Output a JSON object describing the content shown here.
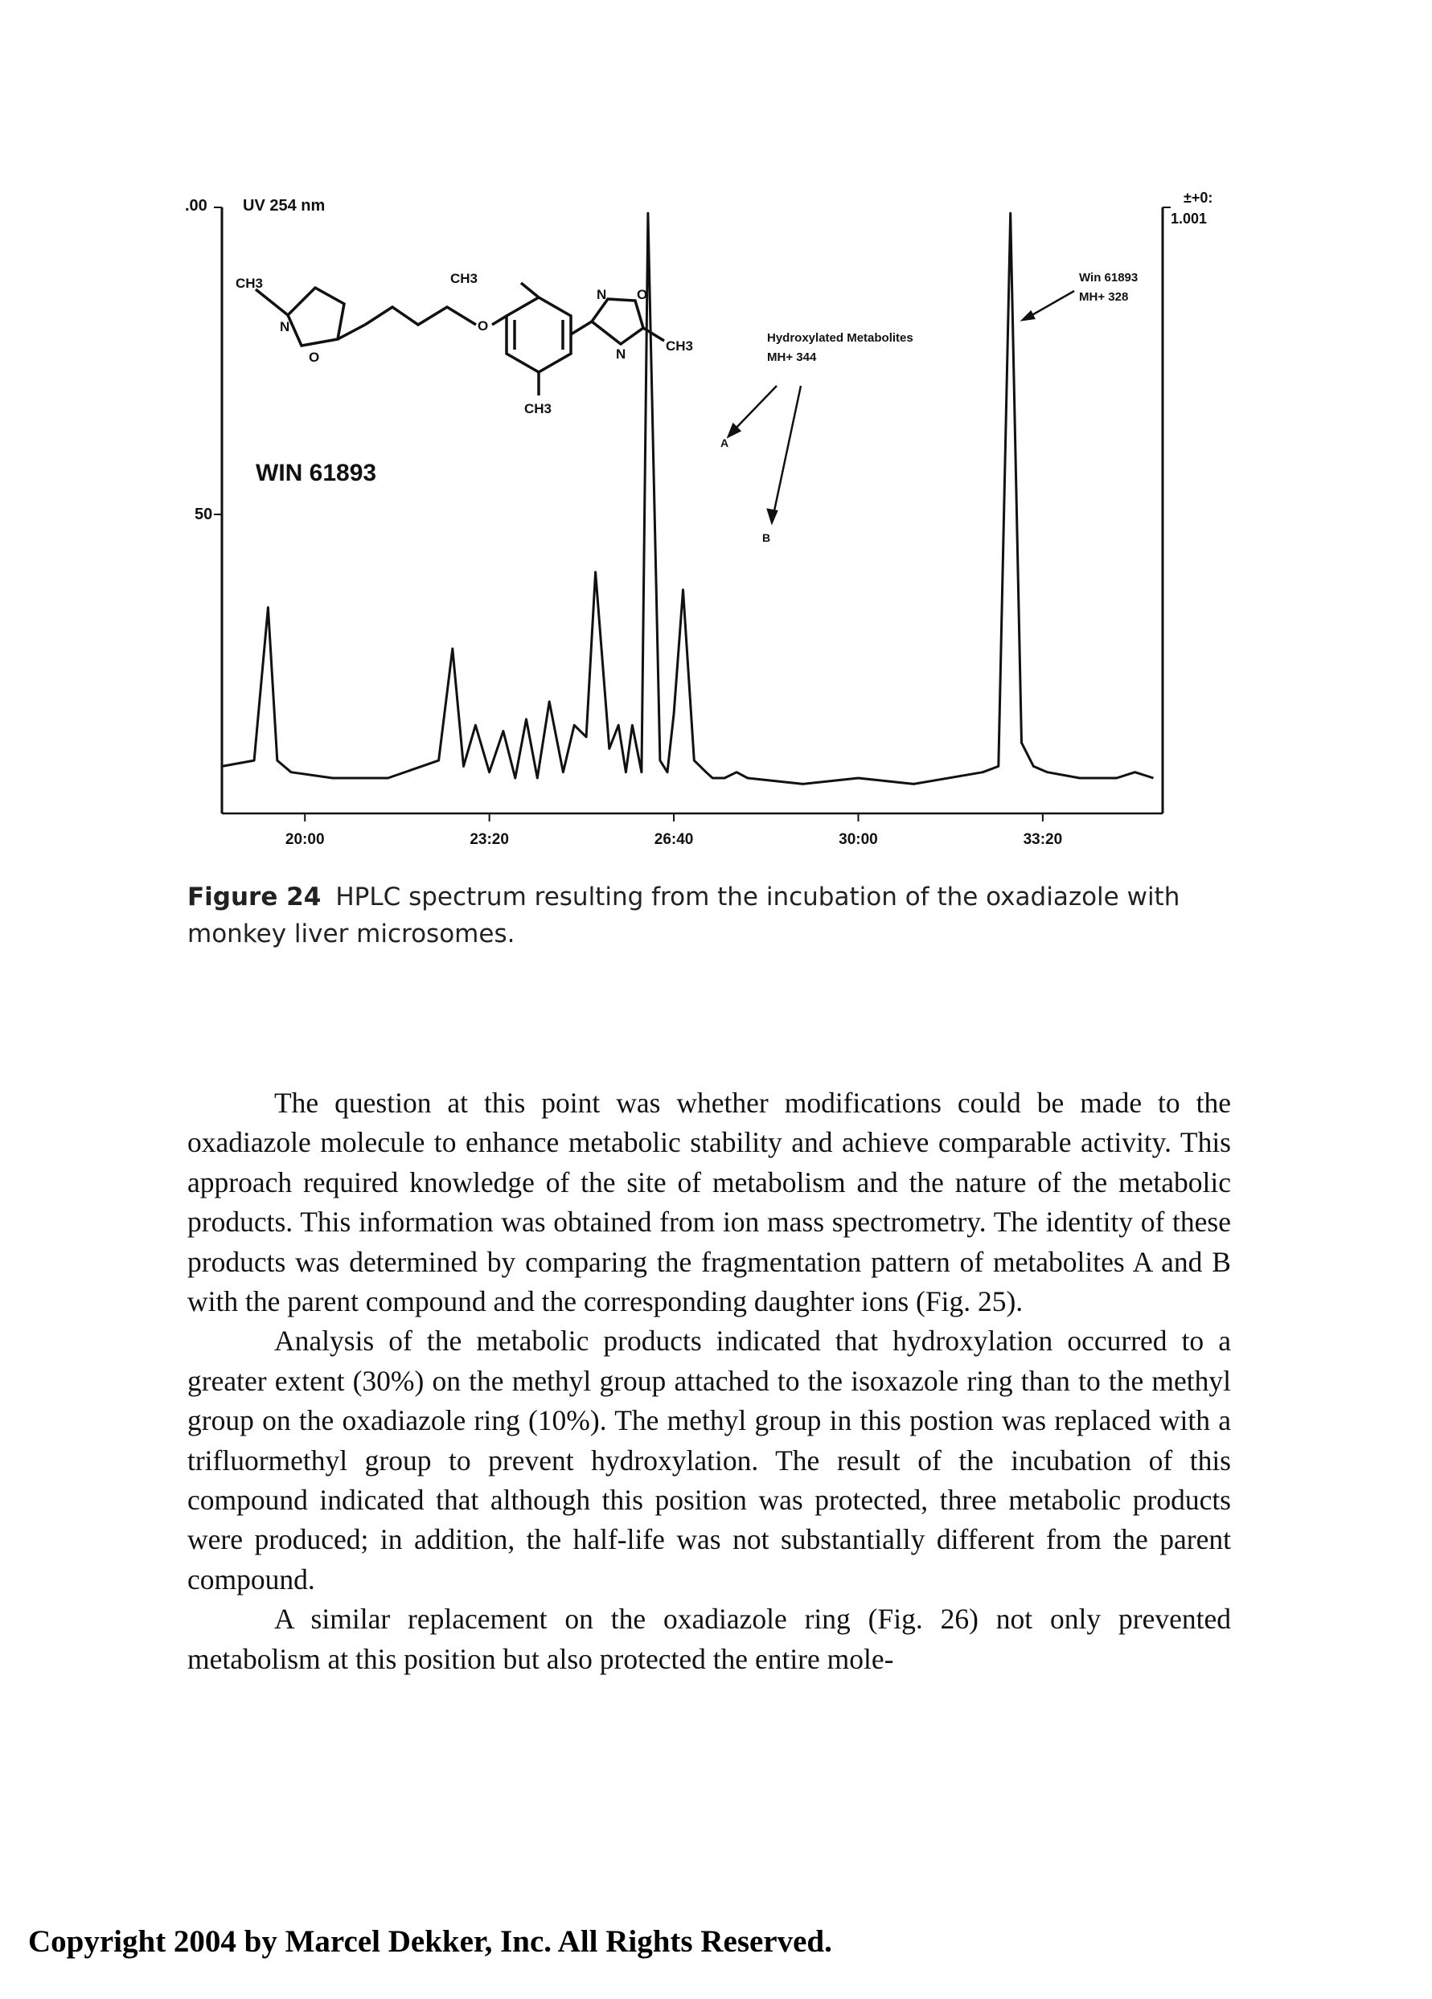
{
  "figure": {
    "detector_label": "UV 254 nm",
    "compound_label": "WIN 61893",
    "annotation_metabolites": [
      "Hydroxylated Metabolites",
      "MH+ 344"
    ],
    "annotation_parent": [
      "Win 61893",
      "MH+ 328"
    ],
    "peak_label_a": "A",
    "peak_label_b": "B",
    "y_tick_top": ".00",
    "y_tick_mid": "50",
    "right_tick_top": "±+0:",
    "right_tick_bottom": "1.001",
    "structure_labels": {
      "ch3_left": "CH3",
      "ch3_top": "CH3",
      "ch3_bottom": "CH3",
      "ch3_right": "CH3",
      "n_isox": "N",
      "o_isox": "O",
      "o_ether": "O",
      "n_ox_top": "N",
      "o_ox": "O",
      "n_ox_bottom": "N"
    }
  },
  "chart_data": {
    "type": "line",
    "title": "",
    "xlabel": "",
    "ylabel": "UV 254 nm",
    "x_tick_labels": [
      "20:00",
      "23:20",
      "26:40",
      "30:00",
      "33:20"
    ],
    "xlim": [
      "18:30",
      "35:30"
    ],
    "series": [
      {
        "values_note": "",
        "x": [
          "18:30",
          "19:05",
          "19:20",
          "19:30",
          "19:45",
          "20:30",
          "21:30",
          "22:25",
          "22:40",
          "22:52",
          "23:05",
          "23:20",
          "23:35",
          "23:48",
          "24:00",
          "24:12",
          "24:25",
          "24:40",
          "24:52",
          "25:05",
          "25:15",
          "25:30",
          "25:40",
          "25:48",
          "25:55",
          "26:05",
          "26:12",
          "26:25",
          "26:33",
          "26:40",
          "26:50",
          "27:02",
          "27:15",
          "27:22",
          "27:35",
          "27:48",
          "28:00",
          "29:00",
          "30:00",
          "31:00",
          "32:15",
          "32:32",
          "32:45",
          "32:57",
          "33:10",
          "33:25",
          "34:00",
          "34:40",
          "35:00",
          "35:20"
        ],
        "y": [
          5,
          6,
          32,
          6,
          4,
          3,
          3,
          6,
          25,
          5,
          12,
          4,
          11,
          3,
          13,
          3,
          16,
          4,
          12,
          10,
          38,
          8,
          12,
          4,
          12,
          4,
          99,
          6,
          4,
          14,
          35,
          6,
          4,
          3,
          3,
          4,
          3,
          2,
          3,
          2,
          4,
          5,
          99,
          9,
          5,
          4,
          3,
          3,
          4,
          3
        ]
      }
    ]
  },
  "caption": {
    "label": "Figure 24",
    "text": "HPLC spectrum resulting from the incubation of the oxadiazole with monkey liver microsomes."
  },
  "paragraphs": [
    "The question at this point was whether modifications could be made to the oxadiazole molecule to enhance metabolic stability and achieve comparable activity. This approach required knowledge of the site of metabolism and the nature of the metabolic products. This information was obtained from ion mass spectrometry. The identity of these products was determined by comparing the fragmentation pattern of metabolites A and B with the parent compound and the corresponding daughter ions (Fig. 25).",
    "Analysis of the metabolic products indicated that hydroxylation occurred to a greater extent (30%) on the methyl group attached to the isoxazole ring than to the methyl group on the oxadiazole ring (10%). The methyl group in this postion was replaced with a trifluormethyl group to prevent hydroxylation. The result of the incubation of this compound indicated that although this position was protected, three metabolic products were produced; in addition, the half-life was not substantially different from the parent compound.",
    "A similar replacement on the oxadiazole ring (Fig. 26) not only prevented metabolism at this position but also protected the entire mole-"
  ],
  "copyright": "Copyright 2004 by Marcel Dekker, Inc. All Rights Reserved."
}
